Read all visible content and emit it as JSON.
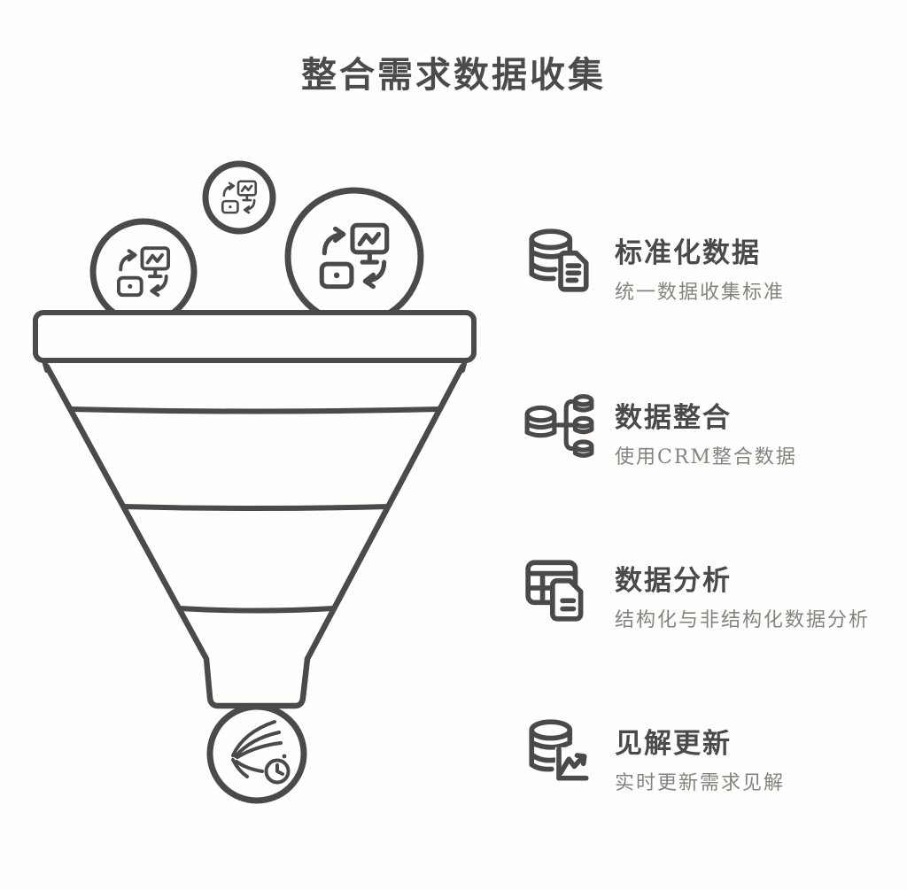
{
  "page": {
    "title": "整合需求数据收集"
  },
  "colors": {
    "ink": "#4a4a4a",
    "muted": "#84847e",
    "background": "#fffefc"
  },
  "funnel": {
    "description": "hand-drawn funnel with four segments",
    "bubbles": [
      {
        "icon": "data-sync-icon",
        "size": "small"
      },
      {
        "icon": "data-sync-icon",
        "size": "medium"
      },
      {
        "icon": "data-sync-icon",
        "size": "large"
      }
    ],
    "outlet_icon": "realtime-output-icon",
    "segment_count": 4
  },
  "steps": [
    {
      "icon": "database-document-icon",
      "title": "标准化数据",
      "subtitle": "统一数据收集标准"
    },
    {
      "icon": "database-branch-icon",
      "title": "数据整合",
      "subtitle": "使用CRM整合数据"
    },
    {
      "icon": "table-document-icon",
      "title": "数据分析",
      "subtitle": "结构化与非结构化数据分析"
    },
    {
      "icon": "database-chart-icon",
      "title": "见解更新",
      "subtitle": "实时更新需求见解"
    }
  ]
}
